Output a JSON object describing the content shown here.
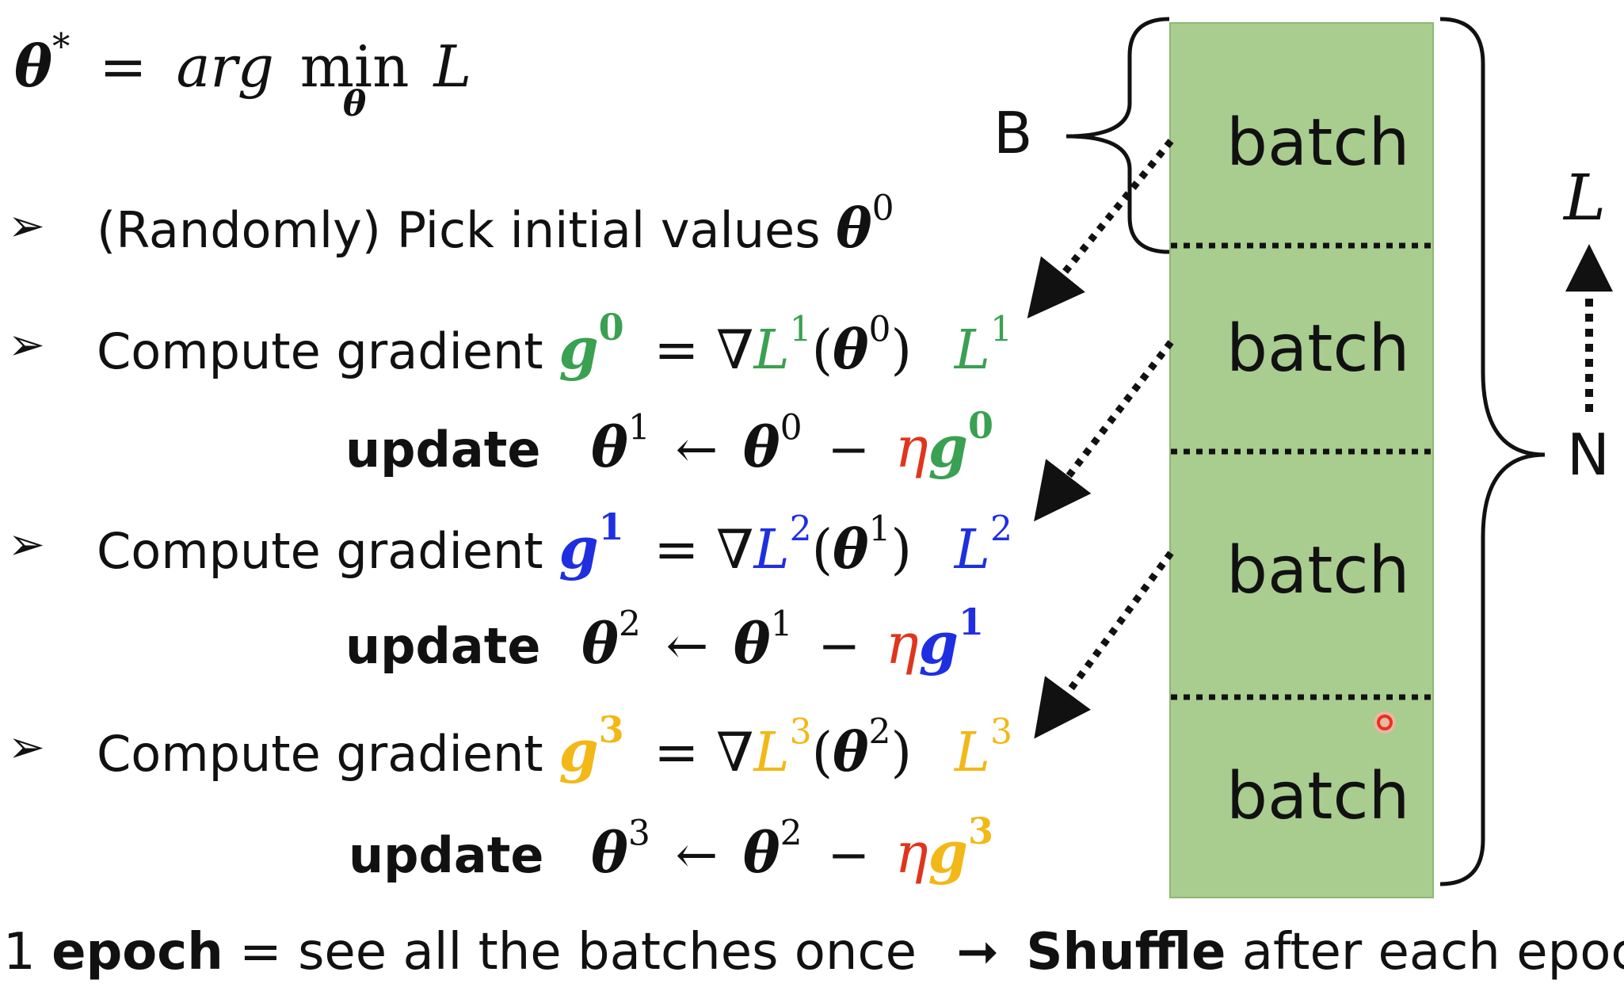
{
  "objective": {
    "theta": "θ",
    "star": "*",
    "equals": "=",
    "arg": "arg",
    "min": "min",
    "min_sub": "θ",
    "loss": "L"
  },
  "steps": [
    {
      "bullet": "➢",
      "text": "(Randomly) Pick initial values",
      "theta": "θ",
      "sup": "0"
    },
    {
      "bullet": "➢",
      "label": "Compute gradient",
      "g": "g",
      "g_sup": "0",
      "rhs_prefix": "= ∇",
      "L": "L",
      "L_sup": "1",
      "open": "(",
      "theta": "θ",
      "theta_sup": "0",
      "close": ")",
      "side_L": "L",
      "side_sup": "1",
      "color": "#3aa052",
      "update": {
        "label": "update",
        "lhs": "θ",
        "lhs_sup": "1",
        "arrow": "←",
        "rhs": "θ",
        "rhs_sup": "0",
        "minus": "−",
        "eta": "η",
        "g": "g",
        "g_sup": "0"
      }
    },
    {
      "bullet": "➢",
      "label": "Compute gradient",
      "g": "g",
      "g_sup": "1",
      "rhs_prefix": "= ∇",
      "L": "L",
      "L_sup": "2",
      "open": "(",
      "theta": "θ",
      "theta_sup": "1",
      "close": ")",
      "side_L": "L",
      "side_sup": "2",
      "color": "#1f2fe0",
      "update": {
        "label": "update",
        "lhs": "θ",
        "lhs_sup": "2",
        "arrow": "←",
        "rhs": "θ",
        "rhs_sup": "1",
        "minus": "−",
        "eta": "η",
        "g": "g",
        "g_sup": "1"
      }
    },
    {
      "bullet": "➢",
      "label": "Compute gradient",
      "g": "g",
      "g_sup": "3",
      "rhs_prefix": "= ∇",
      "L": "L",
      "L_sup": "3",
      "open": "(",
      "theta": "θ",
      "theta_sup": "2",
      "close": ")",
      "side_L": "L",
      "side_sup": "3",
      "color": "#f2b817",
      "update": {
        "label": "update",
        "lhs": "θ",
        "lhs_sup": "3",
        "arrow": "←",
        "rhs": "θ",
        "rhs_sup": "2",
        "minus": "−",
        "eta": "η",
        "g": "g",
        "g_sup": "3"
      }
    }
  ],
  "batches": [
    "batch",
    "batch",
    "batch",
    "batch"
  ],
  "labels": {
    "B": "B",
    "N": "N",
    "L": "L"
  },
  "footer": {
    "prefix": "1",
    "epoch": "epoch",
    "middle": "= see all the batches once",
    "arrow": "➞",
    "shuffle": "Shuffle",
    "suffix": "after each epoch"
  },
  "colors": {
    "green": "#3aa052",
    "blue": "#1f2fe0",
    "yellow": "#f2b817",
    "red": "#e0351d",
    "batch_fill": "#a9cc8f",
    "pointer": "#e8321e"
  }
}
